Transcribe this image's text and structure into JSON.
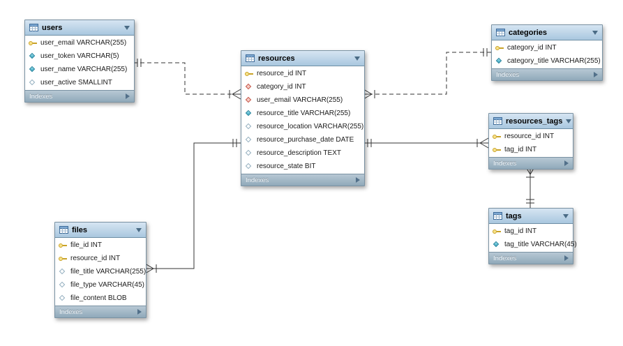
{
  "diagram": {
    "colors": {
      "header_blue": "#AECBE3",
      "footer_gray_blue": "#93ABBD",
      "canvas": "#FFFFFF",
      "connector_line": "#333333",
      "primary_key_yellow": "#ECD05E",
      "notnull_teal": "#35A3BE",
      "foreign_key_red": "#C4574A"
    },
    "tables": [
      {
        "id": "users",
        "title": "users",
        "footer_label": "Indexes",
        "columns": [
          {
            "label": "user_email VARCHAR(255)",
            "icon": "primary-key-icon"
          },
          {
            "label": "user_token VARCHAR(5)",
            "icon": "column-notnull-icon"
          },
          {
            "label": "user_name VARCHAR(255)",
            "icon": "column-notnull-icon"
          },
          {
            "label": "user_active SMALLINT",
            "icon": "column-nullable-icon"
          }
        ]
      },
      {
        "id": "categories",
        "title": "categories",
        "footer_label": "Indexes",
        "columns": [
          {
            "label": "category_id INT",
            "icon": "primary-key-icon"
          },
          {
            "label": "category_title VARCHAR(255)",
            "icon": "column-notnull-icon"
          }
        ]
      },
      {
        "id": "resources",
        "title": "resources",
        "footer_label": "Indexes",
        "columns": [
          {
            "label": "resource_id INT",
            "icon": "primary-key-icon"
          },
          {
            "label": "category_id INT",
            "icon": "foreign-key-icon"
          },
          {
            "label": "user_email VARCHAR(255)",
            "icon": "foreign-key-icon"
          },
          {
            "label": "resource_title VARCHAR(255)",
            "icon": "column-notnull-icon"
          },
          {
            "label": "resource_location VARCHAR(255)",
            "icon": "column-nullable-icon"
          },
          {
            "label": "resource_purchase_date DATE",
            "icon": "column-nullable-icon"
          },
          {
            "label": "resource_description TEXT",
            "icon": "column-nullable-icon"
          },
          {
            "label": "resource_state BIT",
            "icon": "column-nullable-icon"
          }
        ]
      },
      {
        "id": "resources_tags",
        "title": "resources_tags",
        "footer_label": "Indexes",
        "columns": [
          {
            "label": "resource_id INT",
            "icon": "primary-key-icon"
          },
          {
            "label": "tag_id INT",
            "icon": "primary-key-icon"
          }
        ]
      },
      {
        "id": "tags",
        "title": "tags",
        "footer_label": "Indexes",
        "columns": [
          {
            "label": "tag_id INT",
            "icon": "primary-key-icon"
          },
          {
            "label": "tag_title VARCHAR(45)",
            "icon": "column-notnull-icon"
          }
        ]
      },
      {
        "id": "files",
        "title": "files",
        "footer_label": "Indexes",
        "columns": [
          {
            "label": "file_id INT",
            "icon": "primary-key-icon"
          },
          {
            "label": "resource_id INT",
            "icon": "primary-key-icon"
          },
          {
            "label": "file_title VARCHAR(255)",
            "icon": "column-nullable-icon"
          },
          {
            "label": "file_type VARCHAR(45)",
            "icon": "column-nullable-icon"
          },
          {
            "label": "file_content BLOB",
            "icon": "column-nullable-icon"
          }
        ]
      }
    ],
    "relationships": [
      {
        "from": "users",
        "to": "resources",
        "type": "one-to-many",
        "style": "dashed"
      },
      {
        "from": "categories",
        "to": "resources",
        "type": "one-to-many",
        "style": "dashed"
      },
      {
        "from": "resources",
        "to": "resources_tags",
        "type": "one-to-many",
        "style": "solid"
      },
      {
        "from": "tags",
        "to": "resources_tags",
        "type": "one-to-many",
        "style": "solid"
      },
      {
        "from": "resources",
        "to": "files",
        "type": "one-to-many",
        "style": "solid"
      }
    ]
  }
}
